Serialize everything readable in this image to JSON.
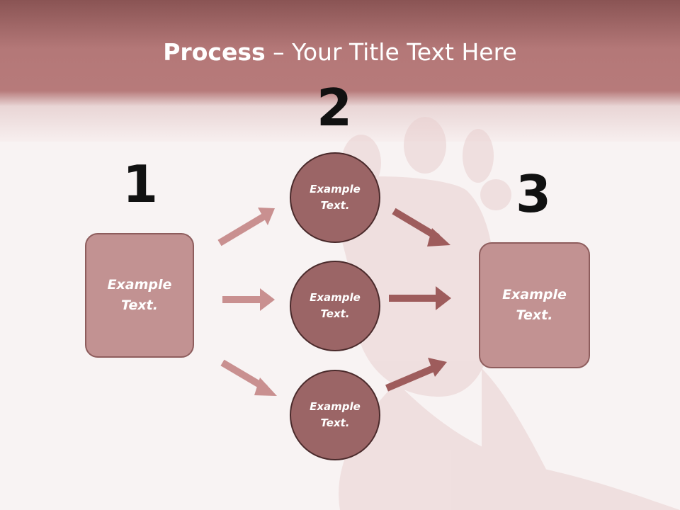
{
  "slide": {
    "title_bold": "Process",
    "title_rest": " – Your Title Text Here",
    "step_numbers": [
      "1",
      "2",
      "3"
    ],
    "left_box_text": "Example Text.",
    "circles": [
      "Example Text.",
      "Example Text.",
      "Example Text."
    ],
    "right_box_text": "Example Text."
  },
  "colors": {
    "header": "#b47878",
    "box_fill": "#c29292",
    "circle_fill": "#9b6566",
    "arrow_light": "#c99090",
    "arrow_dark": "#9e5c5c"
  }
}
